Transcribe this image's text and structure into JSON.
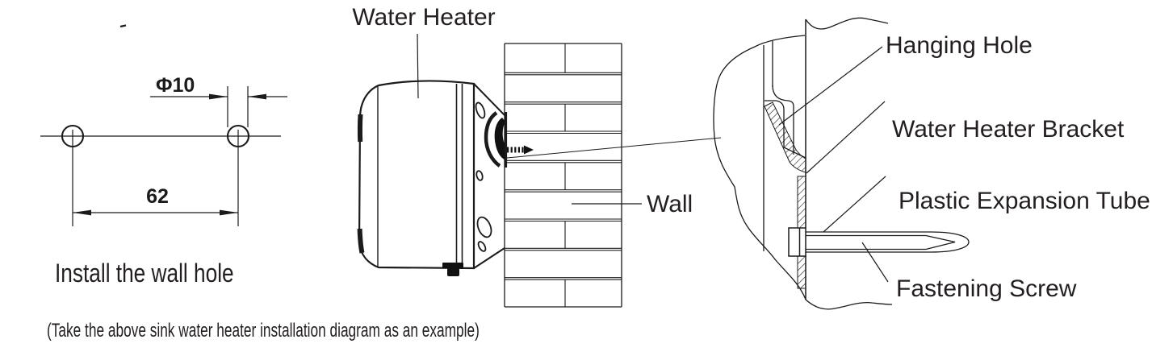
{
  "diagram": {
    "left": {
      "hole_diameter": "Φ10",
      "hole_spacing": "62",
      "caption": "Install the wall hole"
    },
    "middle": {
      "water_heater_label": "Water Heater",
      "wall_label": "Wall"
    },
    "detail": {
      "hanging_hole_label": "Hanging Hole",
      "bracket_label": "Water Heater Bracket",
      "expansion_tube_label": "Plastic Expansion Tube",
      "fastening_screw_label": "Fastening Screw"
    },
    "footnote": "(Take the above sink water heater installation diagram as an example)"
  },
  "colors": {
    "line": "#1b1b1b",
    "text": "#231f20",
    "background": "#ffffff"
  }
}
